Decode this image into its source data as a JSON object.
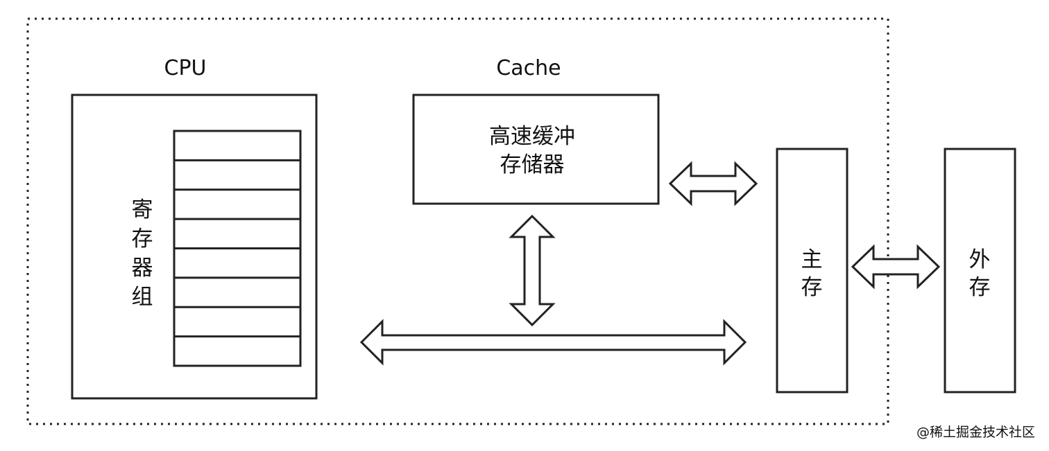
{
  "cpu": {
    "title": "CPU",
    "register_group_label": "寄存器组",
    "register_rows": 8
  },
  "cache": {
    "title": "Cache",
    "label_line1": "高速缓冲",
    "label_line2": "存储器"
  },
  "main_memory": {
    "label": "主存"
  },
  "external_storage": {
    "label": "外存"
  },
  "watermark": "@稀土掘金技术社区"
}
